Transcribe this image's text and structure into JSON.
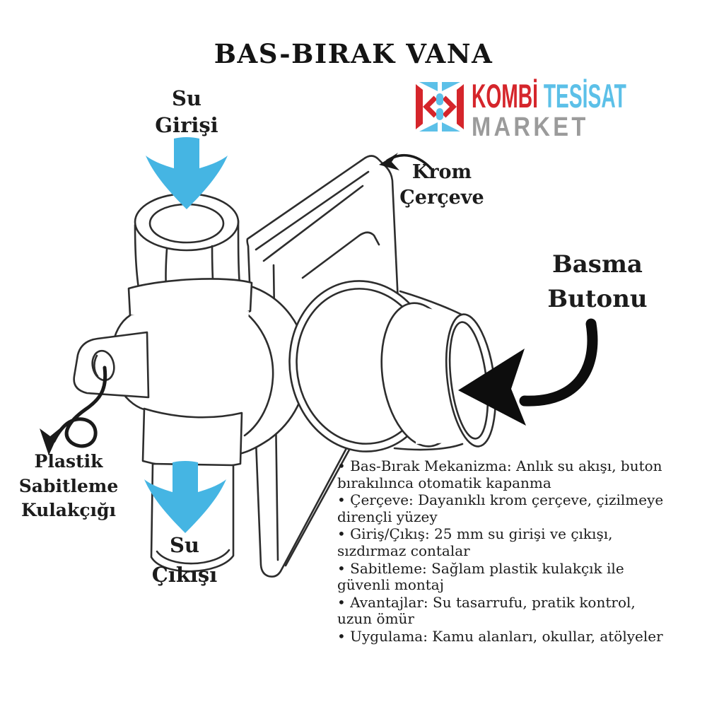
{
  "title": "BAS-BIRAK VANA",
  "logo": {
    "word_red": "KOMBİ",
    "word_blue": "TESİSAT",
    "word_gray": "MARKET",
    "colors": {
      "red": "#d5252b",
      "blue": "#5cc0e8",
      "gray": "#9b9b9b"
    }
  },
  "labels": {
    "inlet": "Su\nGirişi",
    "frame": "Krom\nÇerçeve",
    "button": "Basma\nButonu",
    "tab": "Plastik\nSabitleme\nKulakçığı",
    "outlet": "Su\nÇıkışı"
  },
  "features": [
    "Bas-Bırak Mekanizma: Anlık su akışı, buton bırakılınca otomatik kapanma",
    "Çerçeve: Dayanıklı krom çerçeve, çizilmeye dirençli yüzey",
    "Giriş/Çıkış: 25 mm su girişi ve çıkışı, sızdırmaz contalar",
    "Sabitleme: Sağlam plastik kulakçık ile güvenli montaj",
    "Avantajlar: Su tasarrufu, pratik kontrol, uzun ömür",
    "Uygulama: Kamu alanları, okullar, atölyeler"
  ],
  "colors": {
    "arrow_blue": "#45b5e3",
    "line": "#2d2d2d",
    "black": "#0d0d0d"
  }
}
